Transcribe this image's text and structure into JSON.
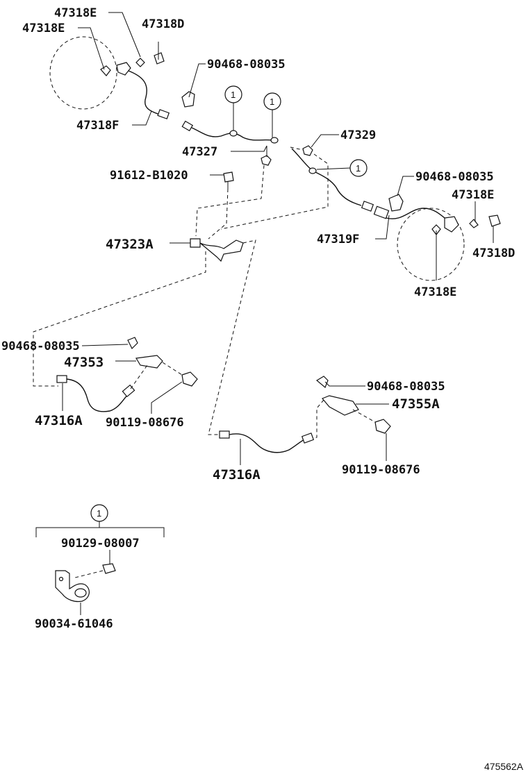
{
  "diagram": {
    "callout_symbol": "1",
    "labels": {
      "p47318E_a": "47318E",
      "p47318E_b": "47318E",
      "p47318D_a": "47318D",
      "p90468_a": "90468-08035",
      "p47318F": "47318F",
      "p47327": "47327",
      "p47329": "47329",
      "p91612": "91612-B1020",
      "p90468_b": "90468-08035",
      "p47318E_c": "47318E",
      "p47323A": "47323A",
      "p47319F": "47319F",
      "p47318D_b": "47318D",
      "p47318E_d": "47318E",
      "p90468_c": "90468-08035",
      "p47353": "47353",
      "p47316A_a": "47316A",
      "p90119_a": "90119-08676",
      "p90468_d": "90468-08035",
      "p47355A": "47355A",
      "p47316A_b": "47316A",
      "p90119_b": "90119-08676",
      "p90129": "90129-08007",
      "p90034": "90034-61046"
    },
    "reference_code": "475562A"
  }
}
